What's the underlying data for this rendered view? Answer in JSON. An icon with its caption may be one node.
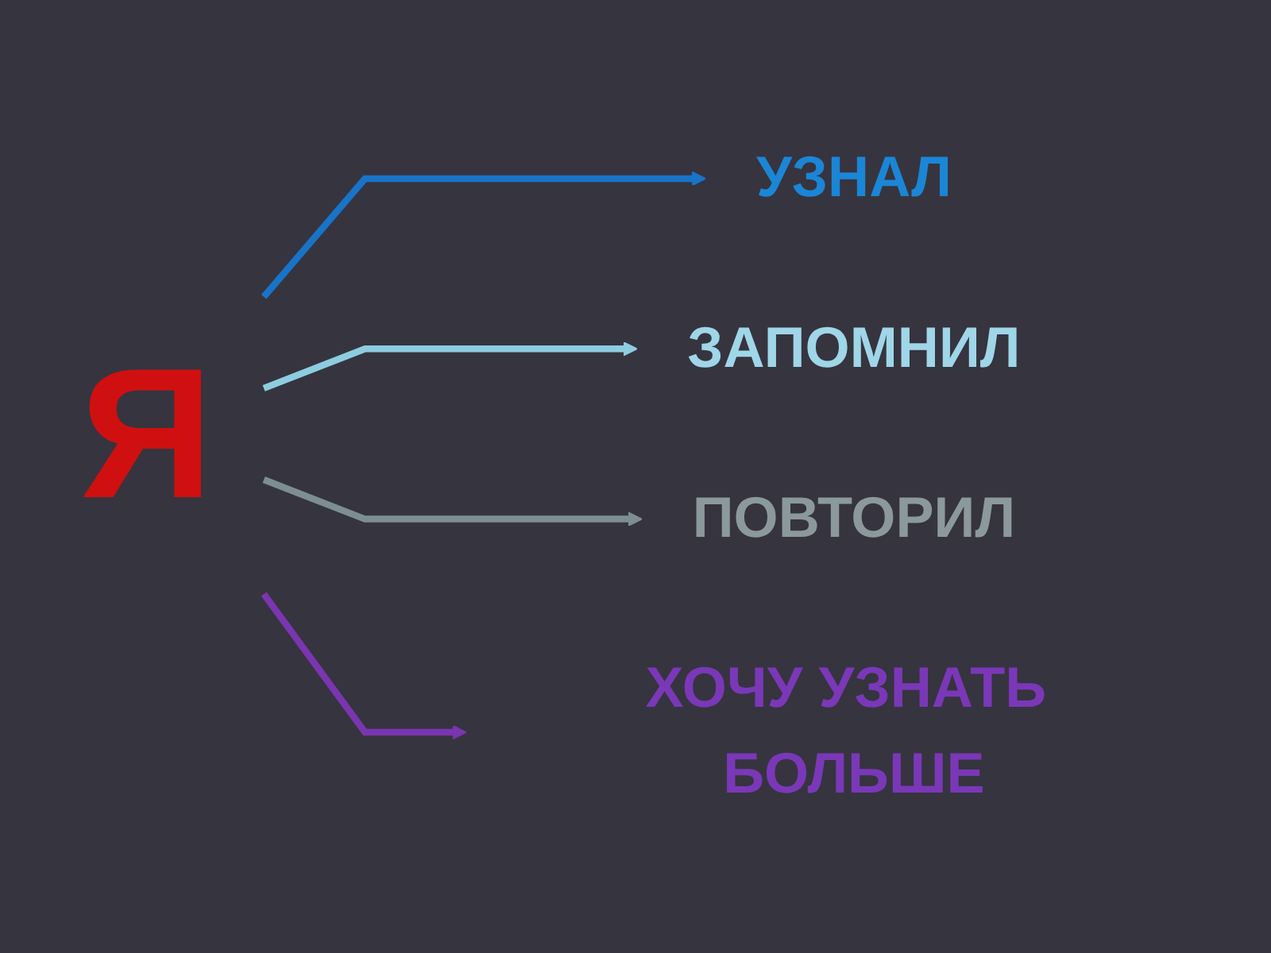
{
  "diagram": {
    "nodes": [
      {
        "text": [
          "Я"
        ]
      },
      {
        "text": [
          "УЗНАЛ"
        ]
      },
      {
        "text": [
          "ЗАПОМНИЛ"
        ]
      },
      {
        "text": [
          "ПОВТОРИЛ"
        ]
      },
      {
        "text": [
          "ХОЧУ УЗНАТЬ БОЛЬШЕ"
        ]
      }
    ],
    "edges": [
      {
        "from": 0,
        "to": 1,
        "arrow": "to",
        "color": "#1874c8"
      },
      {
        "from": 0,
        "to": 2,
        "arrow": "to",
        "color": "#8dcde0"
      },
      {
        "from": 0,
        "to": 3,
        "arrow": "to",
        "color": "#7d8e92"
      },
      {
        "from": 0,
        "to": 4,
        "arrow": "to",
        "color": "#7a35b0"
      }
    ]
  }
}
